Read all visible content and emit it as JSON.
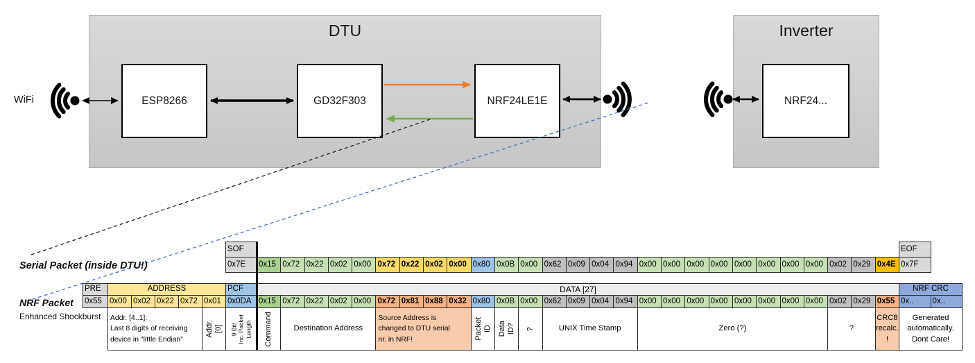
{
  "diagram": {
    "wifi_label": "WiFi",
    "dtu_title": "DTU",
    "inverter_title": "Inverter",
    "components": {
      "esp": "ESP8266",
      "gd32": "GD32F303",
      "nrf_dtu": "NRF24LE1E",
      "nrf_inverter": "NRF24..."
    }
  },
  "colors": {
    "gray_hdr": "#d9d9d9",
    "gray_dark": "#bfbfbf",
    "data_hdr": "#ededed",
    "green_light": "#c6e0b4",
    "green_med": "#a9d08e",
    "gold": "#ffd966",
    "amber": "#ffc000",
    "salmon": "#f4b183",
    "salmon_light": "#f8cbad",
    "blue_light": "#9dc3e6",
    "blue_med": "#8eaadb",
    "yellow": "#ffe699",
    "arrow_orange": "#ed7d31",
    "arrow_green": "#70ad47",
    "dash_blue": "#4472c4"
  },
  "serial_packet": {
    "label": "Serial Packet (inside DTU!)",
    "sof_header": "SOF",
    "sof_value": "0x7E",
    "eof_header": "EOF",
    "eof_value": "0x7F",
    "bytes": [
      {
        "v": "0x15",
        "c": "green_med"
      },
      {
        "v": "0x72",
        "c": "green_light"
      },
      {
        "v": "0x22",
        "c": "green_light"
      },
      {
        "v": "0x02",
        "c": "green_light"
      },
      {
        "v": "0x00",
        "c": "green_light"
      },
      {
        "v": "0x72",
        "c": "gold",
        "b": true
      },
      {
        "v": "0x22",
        "c": "gold",
        "b": true
      },
      {
        "v": "0x02",
        "c": "gold",
        "b": true
      },
      {
        "v": "0x00",
        "c": "gold",
        "b": true
      },
      {
        "v": "0x80",
        "c": "blue_light"
      },
      {
        "v": "0x0B",
        "c": "green_light"
      },
      {
        "v": "0x00",
        "c": "green_light"
      },
      {
        "v": "0x62",
        "c": "gray_dark"
      },
      {
        "v": "0x09",
        "c": "gray_dark"
      },
      {
        "v": "0x04",
        "c": "gray_dark"
      },
      {
        "v": "0x94",
        "c": "gray_dark"
      },
      {
        "v": "0x00",
        "c": "green_light"
      },
      {
        "v": "0x00",
        "c": "green_light"
      },
      {
        "v": "0x00",
        "c": "green_light"
      },
      {
        "v": "0x00",
        "c": "green_light"
      },
      {
        "v": "0x00",
        "c": "green_light"
      },
      {
        "v": "0x00",
        "c": "green_light"
      },
      {
        "v": "0x00",
        "c": "green_light"
      },
      {
        "v": "0x00",
        "c": "green_light"
      },
      {
        "v": "0x02",
        "c": "gray_dark"
      },
      {
        "v": "0x29",
        "c": "gray_dark"
      },
      {
        "v": "0x4E",
        "c": "amber",
        "b": true
      }
    ]
  },
  "nrf_packet": {
    "label": "NRF Packet",
    "sublabel": "Enhanced Shockburst",
    "pre_header": "PRE",
    "pre_value": "0x55",
    "address_header": "ADDRESS",
    "address_bytes": [
      {
        "v": "0x00",
        "c": "yellow"
      },
      {
        "v": "0x02",
        "c": "yellow"
      },
      {
        "v": "0x22",
        "c": "yellow"
      },
      {
        "v": "0x72",
        "c": "yellow"
      },
      {
        "v": "0x01",
        "c": "yellow"
      }
    ],
    "pcf_header": "PCF",
    "pcf_value": "0x0DA",
    "data_header": "DATA [27]",
    "crc_header": "NRF CRC",
    "crc_bytes": [
      {
        "v": "0x..",
        "c": "blue_med"
      },
      {
        "v": "0x..",
        "c": "blue_med"
      }
    ],
    "bytes": [
      {
        "v": "0x15",
        "c": "green_med"
      },
      {
        "v": "0x72",
        "c": "green_light"
      },
      {
        "v": "0x22",
        "c": "green_light"
      },
      {
        "v": "0x02",
        "c": "green_light"
      },
      {
        "v": "0x00",
        "c": "green_light"
      },
      {
        "v": "0x72",
        "c": "salmon",
        "b": true
      },
      {
        "v": "0x81",
        "c": "salmon",
        "b": true
      },
      {
        "v": "0x88",
        "c": "salmon",
        "b": true
      },
      {
        "v": "0x32",
        "c": "salmon",
        "b": true
      },
      {
        "v": "0x80",
        "c": "blue_light"
      },
      {
        "v": "0x0B",
        "c": "green_light"
      },
      {
        "v": "0x00",
        "c": "green_light"
      },
      {
        "v": "0x62",
        "c": "gray_dark"
      },
      {
        "v": "0x09",
        "c": "gray_dark"
      },
      {
        "v": "0x04",
        "c": "gray_dark"
      },
      {
        "v": "0x94",
        "c": "gray_dark"
      },
      {
        "v": "0x00",
        "c": "green_light"
      },
      {
        "v": "0x00",
        "c": "green_light"
      },
      {
        "v": "0x00",
        "c": "green_light"
      },
      {
        "v": "0x00",
        "c": "green_light"
      },
      {
        "v": "0x00",
        "c": "green_light"
      },
      {
        "v": "0x00",
        "c": "green_light"
      },
      {
        "v": "0x00",
        "c": "green_light"
      },
      {
        "v": "0x00",
        "c": "green_light"
      },
      {
        "v": "0x02",
        "c": "gray_dark"
      },
      {
        "v": "0x29",
        "c": "gray_dark"
      },
      {
        "v": "0x55",
        "c": "salmon",
        "b": true
      }
    ],
    "annotations": [
      {
        "t": "Addr. [4..1]:\nLast 8 digits of receiving\ndevice in \"little Endian\"",
        "span": 4,
        "left": true
      },
      {
        "t": "Addr.[0]",
        "span": 1,
        "vert": true
      },
      {
        "t": "9 Bit!\nInc. Packet\nLength",
        "span": 1,
        "vert": true,
        "small": true
      },
      {
        "t": "Command",
        "span": 1,
        "vert": true
      },
      {
        "t": "Destination Address",
        "span": 4
      },
      {
        "t": "Source Address is\nchanged to DTU serial\nnr. in NRF!",
        "span": 4,
        "salmon": true,
        "left": true
      },
      {
        "t": "Packet ID",
        "span": 1,
        "vert": true
      },
      {
        "t": "Data ID?",
        "span": 1,
        "vert": true
      },
      {
        "t": "?",
        "span": 1,
        "vert": true
      },
      {
        "t": "UNIX Time Stamp",
        "span": 4
      },
      {
        "t": "Zero (?)",
        "span": 8
      },
      {
        "t": "?",
        "span": 2
      },
      {
        "t": "CRC8\nrecalc.\n!",
        "span": 1,
        "salmon": true
      },
      {
        "t": "Generated\nautomatically.\nDont Care!",
        "span": 2
      }
    ]
  }
}
